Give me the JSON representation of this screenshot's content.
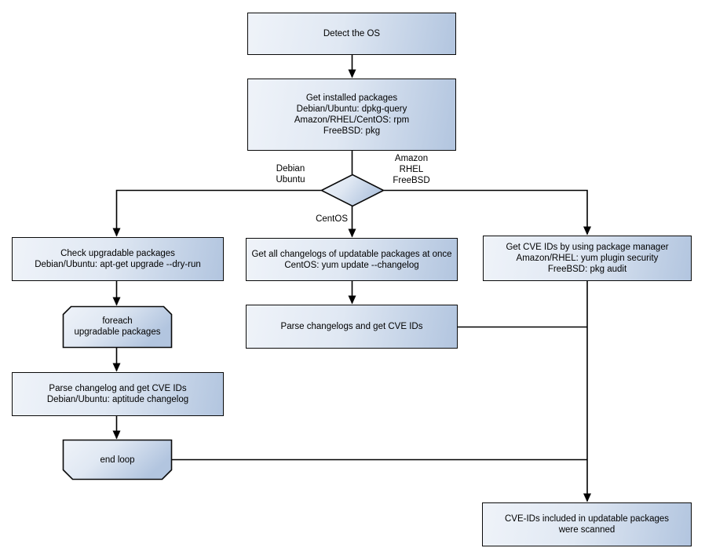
{
  "nodes": {
    "detect_os": {
      "lines": [
        "Detect the OS"
      ]
    },
    "get_installed_packages": {
      "lines": [
        "Get installed packages",
        "Debian/Ubuntu: dpkg-query",
        "Amazon/RHEL/CentOS: rpm",
        "FreeBSD: pkg"
      ]
    },
    "os_decision": {
      "type": "decision"
    },
    "check_upgradable_packages": {
      "lines": [
        "Check upgradable packages",
        "Debian/Ubuntu: apt-get upgrade --dry-run"
      ]
    },
    "foreach_loop": {
      "lines": [
        "foreach",
        "upgradable packages"
      ]
    },
    "parse_changelog_debian": {
      "lines": [
        "Parse changelog and get CVE IDs",
        "Debian/Ubuntu: aptitude changelog"
      ]
    },
    "end_loop": {
      "lines": [
        "end loop"
      ]
    },
    "get_all_changelogs": {
      "lines": [
        "Get all changelogs of updatable packages at once",
        "CentOS: yum update --changelog"
      ]
    },
    "parse_changelogs_centos": {
      "lines": [
        "Parse changelogs and get CVE IDs"
      ]
    },
    "get_cve_ids_pkg_manager": {
      "lines": [
        "Get CVE IDs by using package manager",
        "Amazon/RHEL: yum plugin security",
        "FreeBSD: pkg audit"
      ]
    },
    "scan_result": {
      "lines": [
        "CVE-IDs included in updatable packages",
        "were scanned"
      ]
    }
  },
  "edge_labels": {
    "debian_ubuntu": {
      "lines": [
        "Debian",
        "Ubuntu"
      ]
    },
    "amazon_rhel_freebsd": {
      "lines": [
        "Amazon",
        "RHEL",
        "FreeBSD"
      ]
    },
    "centos": "CentOS"
  },
  "colors": {
    "node_fill_light": "#eff3f9",
    "node_fill_dark": "#b2c5df",
    "border": "#0a0a0a",
    "line": "#000000",
    "background": "#ffffff",
    "text": "#000000"
  }
}
